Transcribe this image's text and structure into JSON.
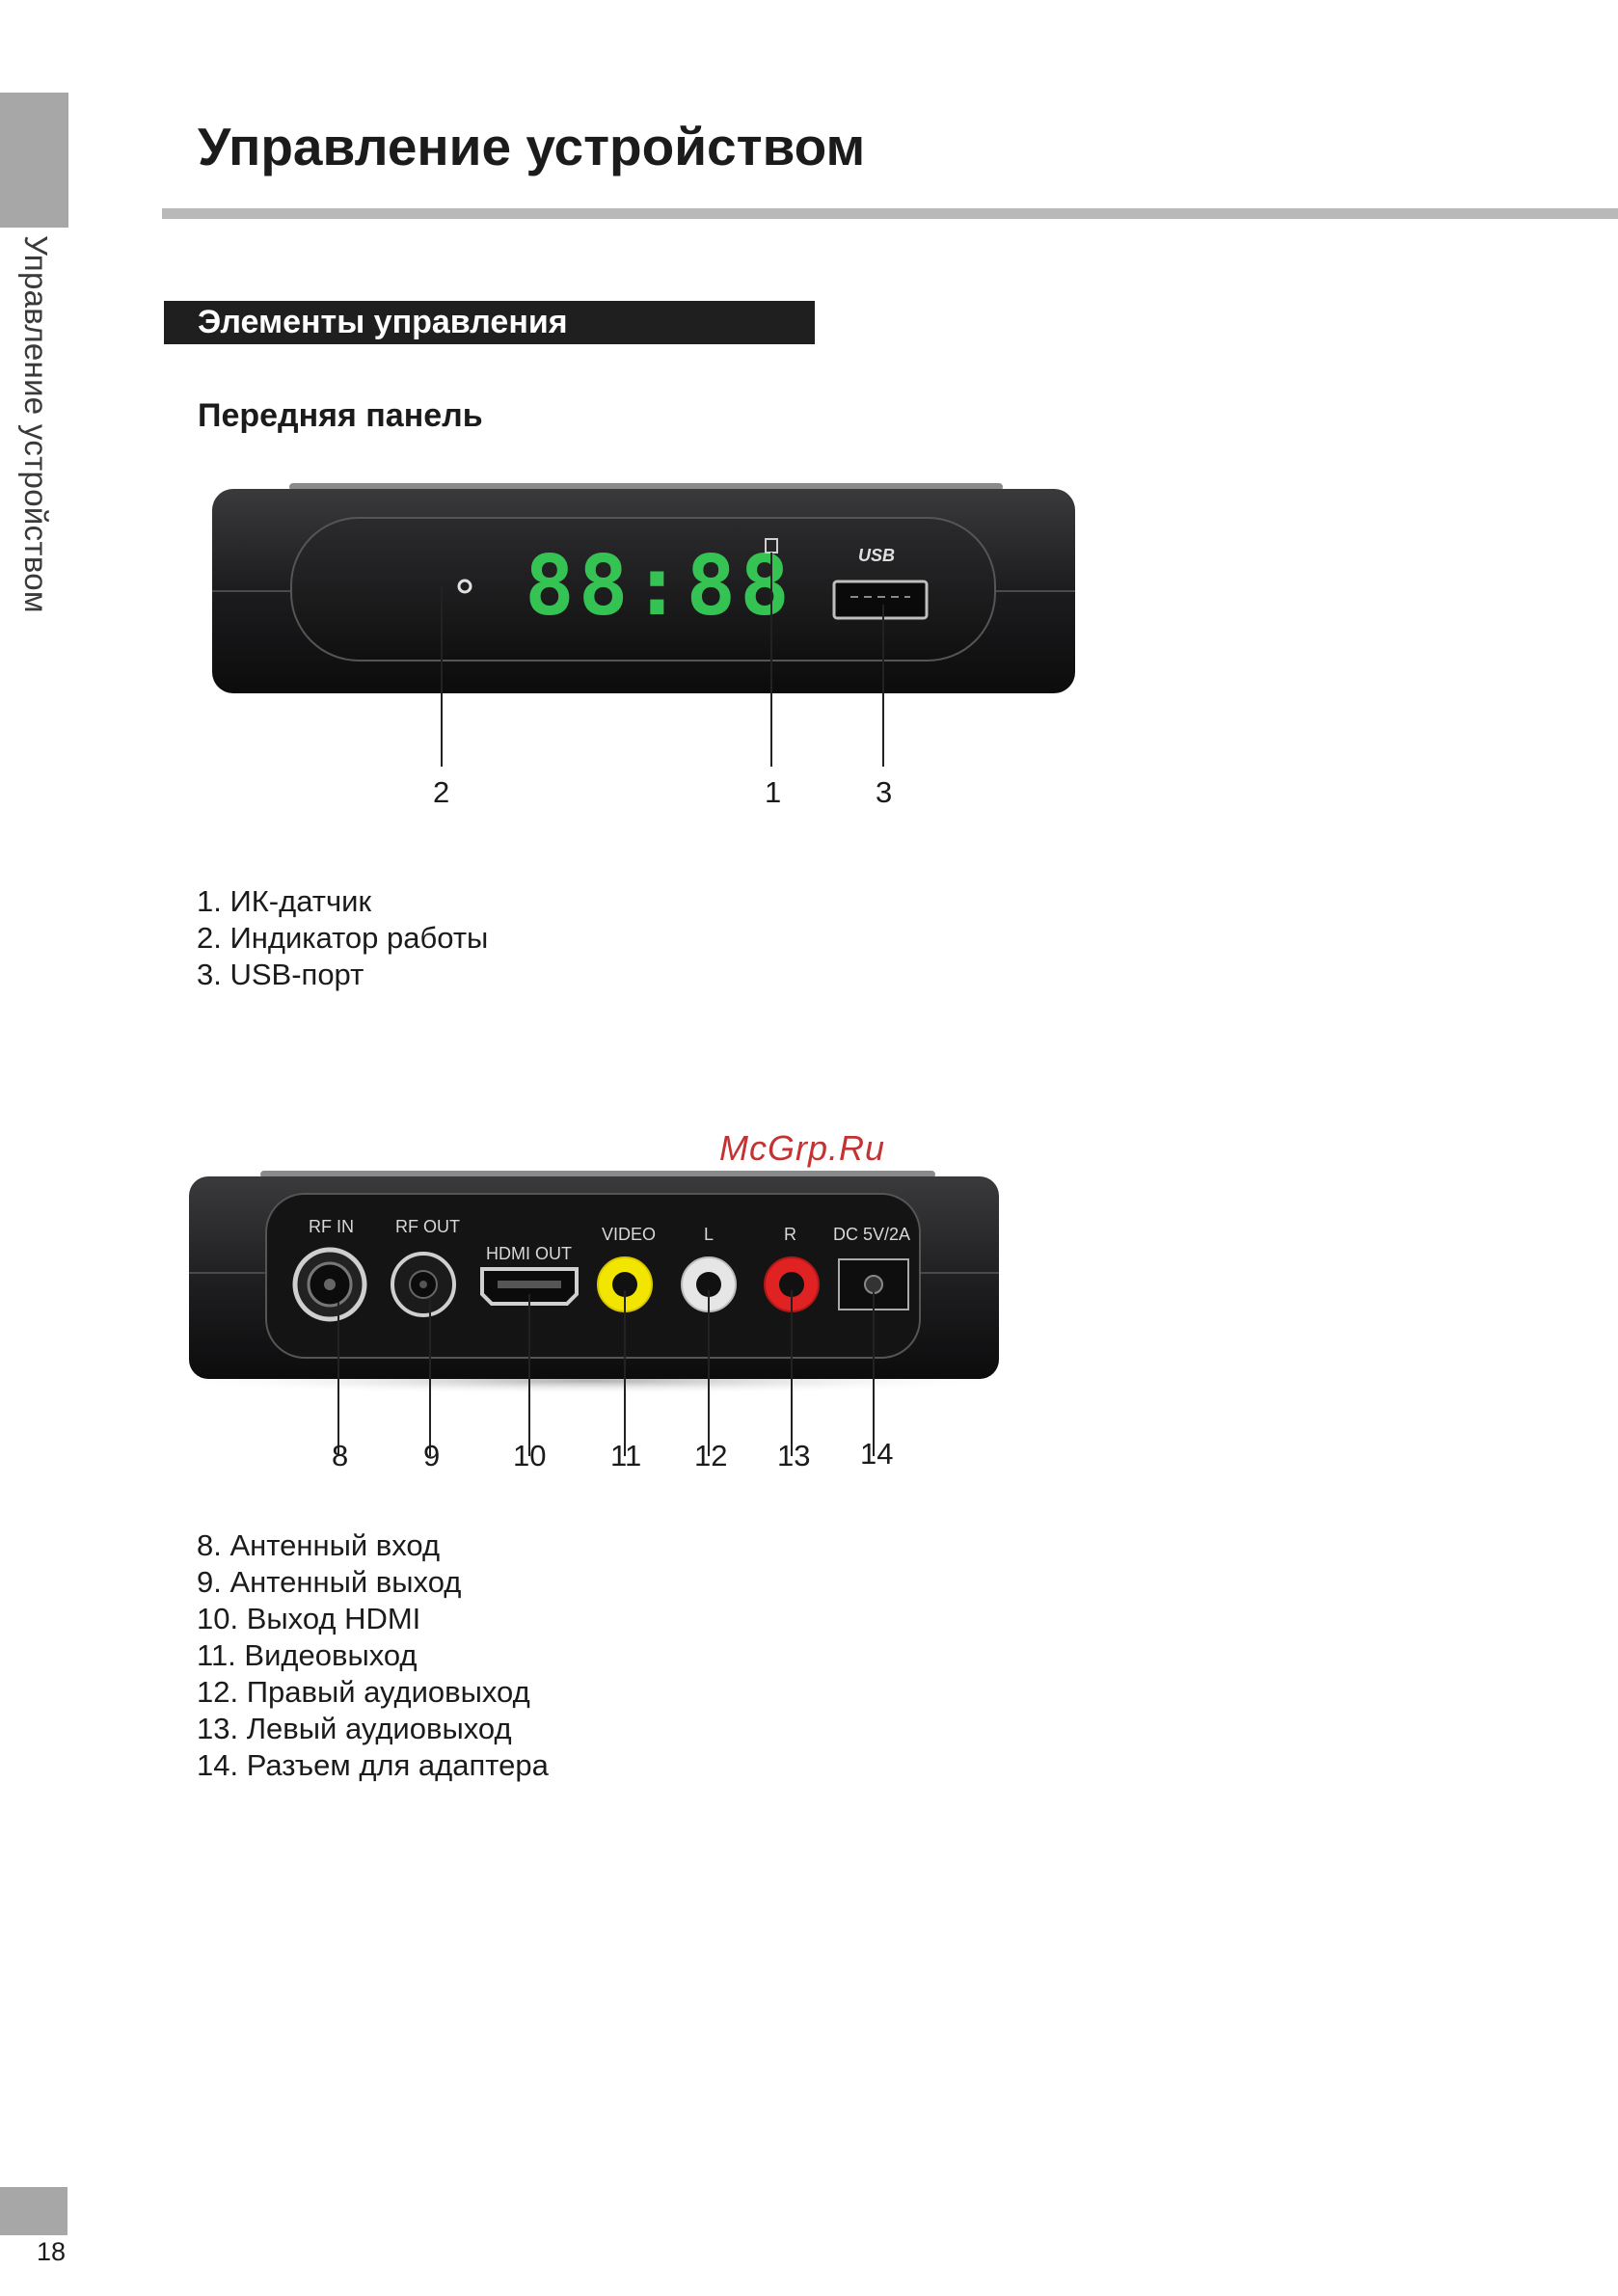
{
  "header": {
    "side_label": "Управление устройством",
    "title": "Управление устройством"
  },
  "section": {
    "title": "Элементы управления",
    "subsection": "Передняя панель"
  },
  "front_panel": {
    "display_text": "88:88",
    "usb_logo": "USB",
    "callouts": [
      "2",
      "1",
      "3"
    ],
    "items": [
      "1. ИК-датчик",
      "2. Индикатор работы",
      "3. USB-порт"
    ]
  },
  "rear_panel": {
    "port_labels": [
      "RF IN",
      "RF OUT",
      "HDMI OUT",
      "VIDEO",
      "L",
      "R",
      "DC 5V/2A"
    ],
    "callouts": [
      "8",
      "9",
      "10",
      "11",
      "12",
      "13",
      "14"
    ],
    "items": [
      "8. Антенный вход",
      "9. Антенный выход",
      "10. Выход HDMI",
      "11. Видеовыход",
      "12. Правый аудиовыход",
      "13. Левый аудиовыход",
      "14. Разъем для адаптера"
    ]
  },
  "watermark": "McGrp.Ru",
  "footer": {
    "page_number": "18"
  },
  "colors": {
    "accent_gray": "#a7a7a7",
    "bar_dark": "#1f1f1f",
    "display_green": "#37d65a",
    "jack_yellow": "#f2e600",
    "jack_white": "#e6e6e6",
    "jack_red": "#e02222",
    "watermark_red": "#c33333"
  }
}
